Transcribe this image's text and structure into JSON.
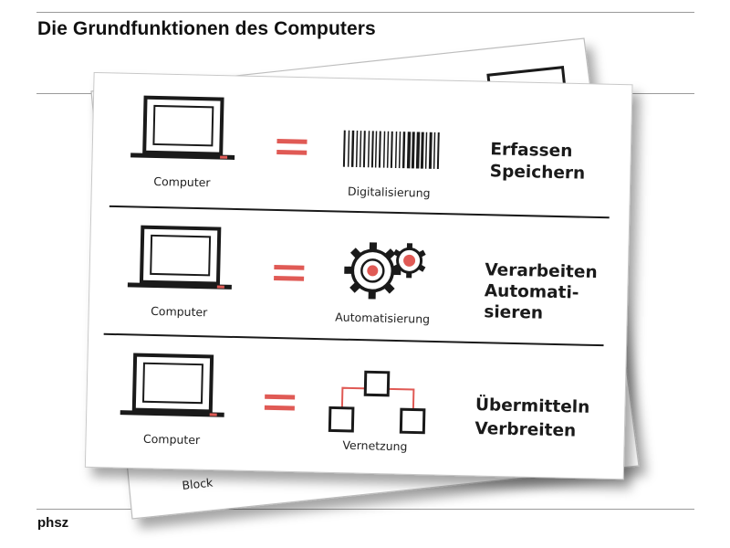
{
  "slide": {
    "title": "Die Grundfunktionen des Computers",
    "footer": "phsz"
  },
  "back_card": {
    "label": "Block"
  },
  "rows": [
    {
      "left_label": "Computer",
      "middle_icon": "barcode-icon",
      "middle_label": "Digitalisierung",
      "function_lines": [
        "Erfassen",
        "Speichern"
      ]
    },
    {
      "left_label": "Computer",
      "middle_icon": "gears-icon",
      "middle_label": "Automatisierung",
      "function_lines": [
        "Verarbeiten",
        "Automati-",
        "sieren"
      ]
    },
    {
      "left_label": "Computer",
      "middle_icon": "network-icon",
      "middle_label": "Vernetzung",
      "function_lines": [
        "Übermitteln",
        "Verbreiten"
      ]
    }
  ],
  "colors": {
    "accent": "#e05a55",
    "ink": "#1a1a1a",
    "rule": "#9a9a9a"
  }
}
